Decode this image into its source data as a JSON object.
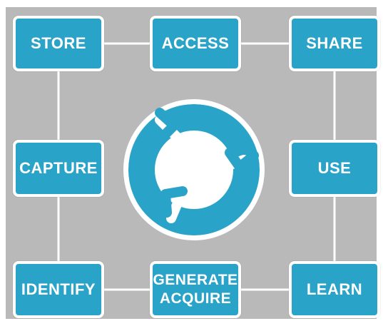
{
  "boxes": {
    "store": "STORE",
    "access": "ACCESS",
    "share": "SHARE",
    "capture": "CAPTURE",
    "use": "USE",
    "identify": "IDENTIFY",
    "generate_line1": "GENERATE",
    "generate_line2": "ACQUIRE",
    "learn": "LEARN"
  },
  "colors": {
    "box_fill": "#2aa3c9",
    "panel": "#b9b9b9",
    "connector": "#ffffff"
  },
  "icons": {
    "center": "cycle-arrows-icon"
  }
}
